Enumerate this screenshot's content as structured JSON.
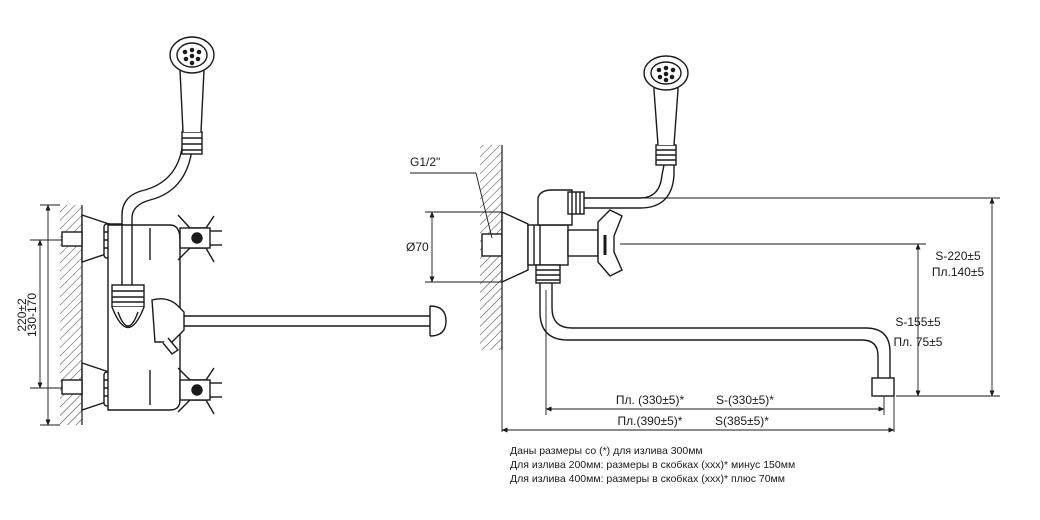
{
  "front_view": {
    "dim_total": "220±2",
    "dim_range": "130-170"
  },
  "side_view": {
    "thread_label": "G1/2\"",
    "diameter_label": "Ø70",
    "dim_height_1": "S-220±5",
    "dim_height_2": "Пл.140±5",
    "dim_spout_1": "S-155±5",
    "dim_spout_2": "Пл. 75±5",
    "dim_reach_1": "Пл. (330±5)*",
    "dim_reach_2": "S-(330±5)*",
    "dim_reach_3": "Пл.(390±5)*",
    "dim_reach_4": "S(385±5)*"
  },
  "notes": [
    "Даны размеры со (*) для излива 300мм",
    "Для излива 200мм: размеры в скобках (ххх)* минус 150мм",
    "Для излива 400мм: размеры в скобках (ххх)* плюс 70мм"
  ]
}
